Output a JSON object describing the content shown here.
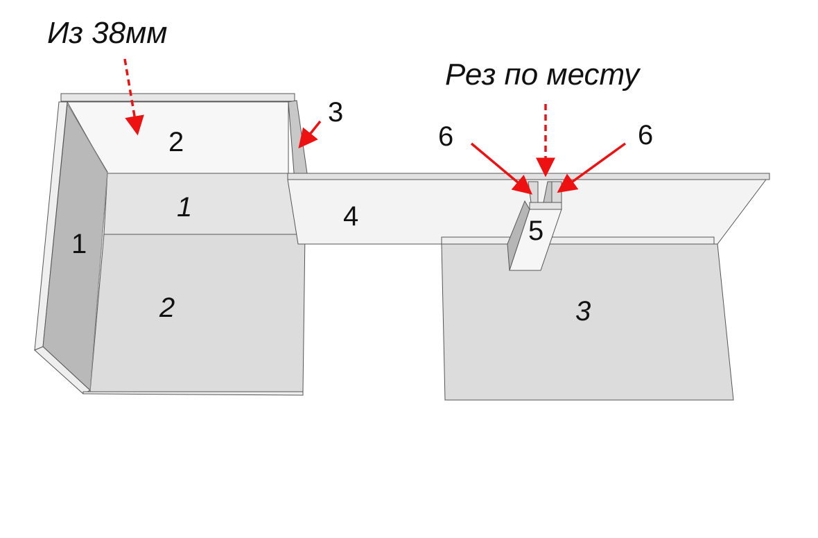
{
  "annotations": {
    "material_note": "Из 38мм",
    "cut_note": "Рез по месту"
  },
  "part_numbers": {
    "left_side": "1",
    "top_panel": "2",
    "right_side_left_unit": "3",
    "shelf": "4",
    "support": "5",
    "post_left": "6",
    "post_right": "6"
  },
  "face_labels": {
    "front_upper": "1",
    "front_lower": "2",
    "right_panel": "3"
  },
  "colors": {
    "arrow": "#ee1111",
    "panel_light": "#f3f3f3",
    "panel_mid": "#dcdcdc",
    "panel_dark": "#b9b9b9"
  }
}
